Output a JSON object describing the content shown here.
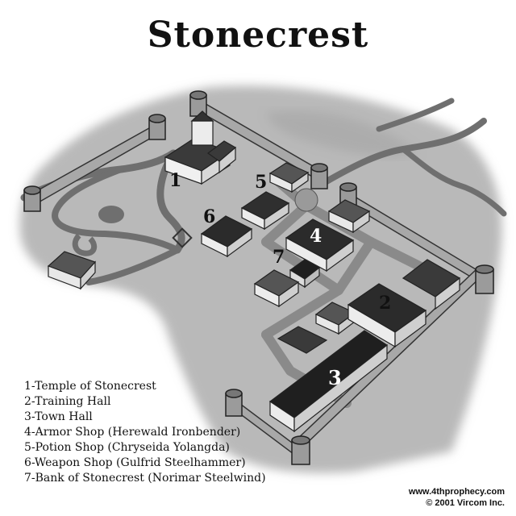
{
  "map": {
    "title": "Stonecrest",
    "legend": [
      "1-Temple of Stonecrest",
      "2-Training Hall",
      "3-Town Hall",
      "4-Armor Shop (Herewald Ironbender)",
      "5-Potion Shop (Chryseida Yolangda)",
      "6-Weapon Shop (Gulfrid Steelhammer)",
      "7-Bank of Stonecrest (Norimar Steelwind)"
    ],
    "labels": {
      "temple": "1",
      "training_hall": "2",
      "town_hall": "3",
      "armor_shop": "4",
      "potion_shop": "5",
      "weapon_shop": "6",
      "bank": "7"
    },
    "credits": {
      "url": "www.4thprophecy.com",
      "copyright": "© 2001 Vircom Inc."
    }
  }
}
